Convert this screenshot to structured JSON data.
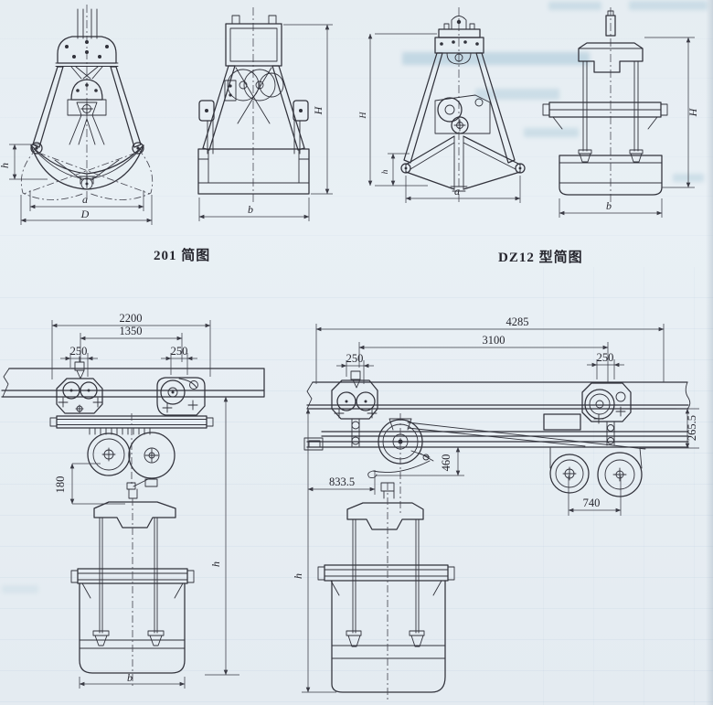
{
  "page": {
    "background": "#e9eff4",
    "ink": "#31323b"
  },
  "captions": {
    "fig201": "201 简图",
    "dz12": "DZ12 型简图"
  },
  "fig201": {
    "front": {
      "h": "h",
      "a": "a",
      "D": "D"
    },
    "side": {
      "H": "H",
      "b": "b"
    }
  },
  "dz12": {
    "front": {
      "H": "H",
      "h": "h",
      "a": "a"
    },
    "side": {
      "H": "H",
      "b": "b"
    }
  },
  "small_trolley": {
    "total_width": "2200",
    "wheelbase": "1350",
    "left_offset": "250",
    "right_offset": "250",
    "drop": "180",
    "height": "h",
    "bucket_width": "b"
  },
  "large_trolley": {
    "total_width": "4285",
    "wheelbase": "3100",
    "left_offset": "250",
    "right_offset": "250",
    "beam_depth": "265.5",
    "hook_drop": "460",
    "end_offset": "833.5",
    "wheel_gauge": "740",
    "height": "h"
  }
}
